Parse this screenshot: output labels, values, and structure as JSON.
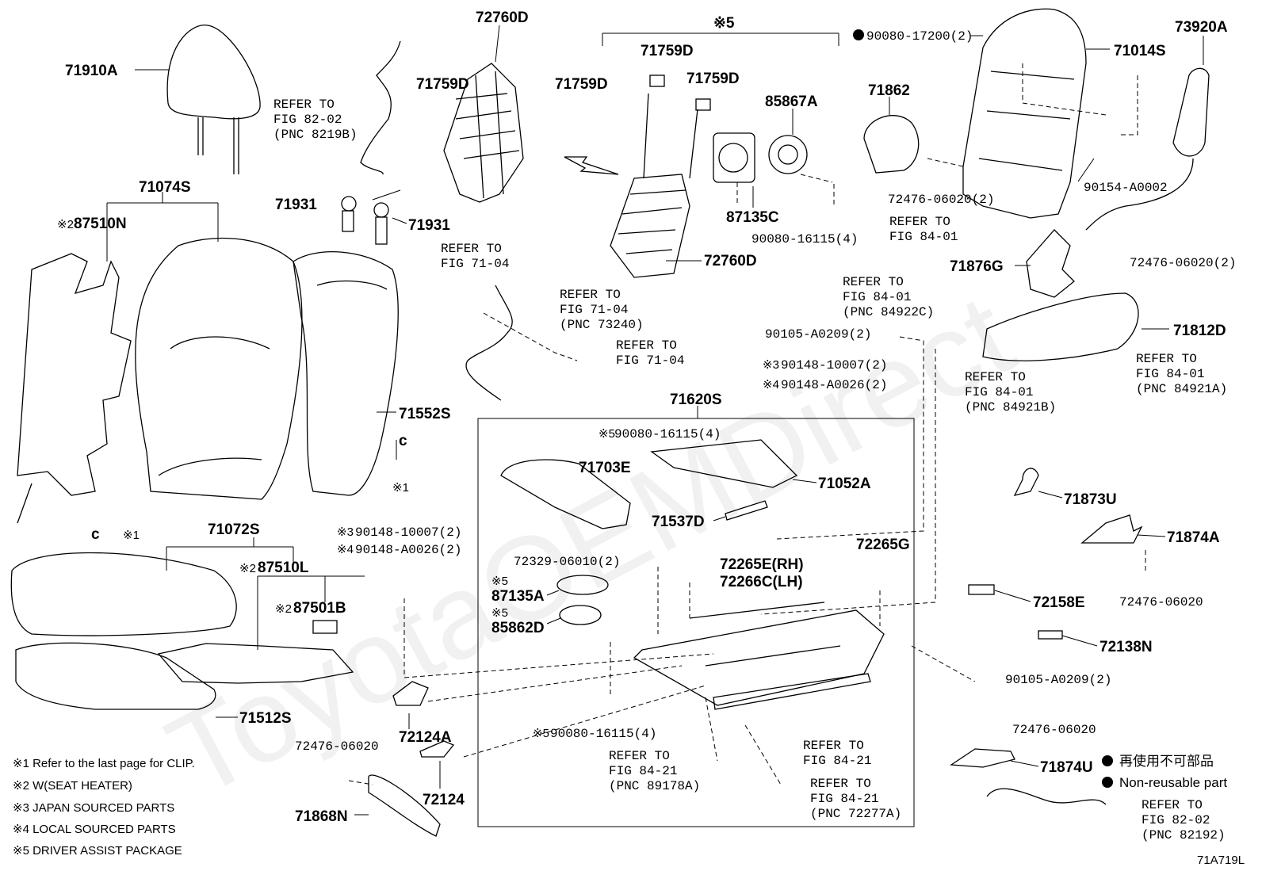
{
  "parts": {
    "p71910A": "71910A",
    "p72760D_top": "72760D",
    "p71759D_a": "71759D",
    "p71759D_b": "71759D",
    "p71759D_c": "71759D",
    "p71759D_d": "71759D",
    "p90080_17200": "90080-17200(2)",
    "p73920A": "73920A",
    "p71014S": "71014S",
    "p85867A": "85867A",
    "p71862": "71862",
    "p71074S": "71074S",
    "p87510N": "87510N",
    "p71931_a": "71931",
    "p71931_b": "71931",
    "p87135C": "87135C",
    "p90080_16115_a": "90080-16115(4)",
    "p72476_06020_a": "72476-06020(2)",
    "p90154_A0002": "90154-A0002",
    "p72760D_bot": "72760D",
    "p71876G": "71876G",
    "p72476_06020_b": "72476-06020(2)",
    "p71812D": "71812D",
    "p90105_A0209_a": "90105-A0209(2)",
    "p90148_10007_a": "90148-10007(2)",
    "p90148_A0026_a": "90148-A0026(2)",
    "p71552S": "71552S",
    "p71620S": "71620S",
    "p90080_16115_b": "90080-16115(4)",
    "p71703E": "71703E",
    "p71052A": "71052A",
    "p71537D": "71537D",
    "p71873U": "71873U",
    "p71874A": "71874A",
    "p72476_06020_c": "72476-06020",
    "p71072S": "71072S",
    "p87510L": "87510L",
    "p87501B": "87501B",
    "p90148_10007_b": "90148-10007(2)",
    "p90148_A0026_b": "90148-A0026(2)",
    "p72329_06010": "72329-06010(2)",
    "p72265E": "72265E(RH)",
    "p72266C": "72266C(LH)",
    "p72265G": "72265G",
    "p87135A": "87135A",
    "p85862D": "85862D",
    "p72158E": "72158E",
    "p72138N": "72138N",
    "p90105_A0209_b": "90105-A0209(2)",
    "p71512S": "71512S",
    "p72124A": "72124A",
    "p90080_16115_c": "90080-16115(4)",
    "p72476_06020_d": "72476-06020",
    "p72476_06020_e": "72476-06020",
    "p71874U": "71874U",
    "p72124": "72124",
    "p71868N": "71868N"
  },
  "marks": {
    "m5_top": "※5",
    "m2_a": "※2",
    "m1_a": "※1",
    "m1_b": "※1",
    "m3_a": "※3",
    "m4_a": "※4",
    "m5_a": "※5",
    "m2_b": "※2",
    "m2_c": "※2",
    "m3_b": "※3",
    "m4_b": "※4",
    "m5_b": "※5",
    "m5_c": "※5",
    "m5_d": "※5",
    "clip_c_a": "c",
    "clip_c_b": "c"
  },
  "refs": {
    "r1": [
      "REFER TO",
      "FIG 82-02",
      "(PNC 8219B)"
    ],
    "r2": [
      "REFER TO",
      "FIG 71-04"
    ],
    "r3": [
      "REFER TO",
      "FIG 71-04",
      "(PNC 73240)"
    ],
    "r4": [
      "REFER TO",
      "FIG 71-04"
    ],
    "r5": [
      "REFER TO",
      "FIG 84-01"
    ],
    "r6": [
      "REFER TO",
      "FIG 84-01",
      "(PNC 84922C)"
    ],
    "r7": [
      "REFER TO",
      "FIG 84-01",
      "(PNC 84921A)"
    ],
    "r8": [
      "REFER TO",
      "FIG 84-01",
      "(PNC 84921B)"
    ],
    "r9": [
      "REFER TO",
      "FIG 84-21"
    ],
    "r10": [
      "REFER TO",
      "FIG 84-21",
      "(PNC 89178A)"
    ],
    "r11": [
      "REFER TO",
      "FIG 84-21",
      "(PNC 72277A)"
    ],
    "r12": [
      "REFER TO",
      "FIG 82-02",
      "(PNC 82192)"
    ]
  },
  "notes": [
    "※1  Refer to the last page for CLIP.",
    "※2  W(SEAT HEATER)",
    "※3  JAPAN SOURCED PARTS",
    "※4  LOCAL SOURCED PARTS",
    "※5 DRIVER ASSIST PACKAGE"
  ],
  "legend": {
    "jp": "再使用不可部品",
    "en": "Non-reusable part"
  },
  "diagram_id": "71A719L",
  "watermark": "ToyotaOEMDirect"
}
